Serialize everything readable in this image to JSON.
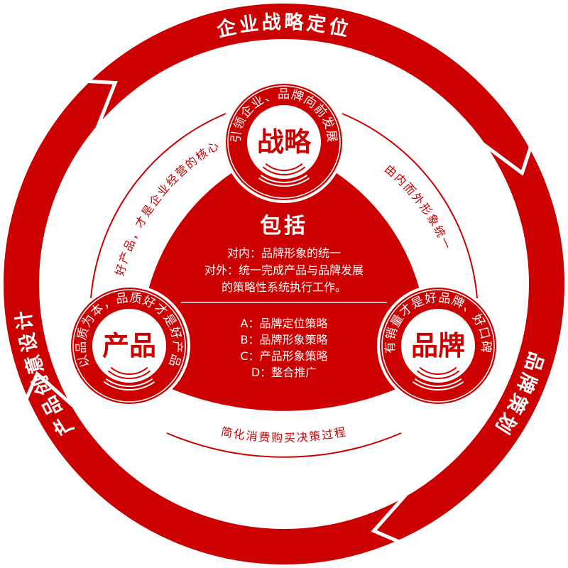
{
  "colors": {
    "accent": "#cc0000",
    "background": "#ffffff"
  },
  "outer_ring": {
    "top": "企业战略定位",
    "left": "产品创意设计",
    "right": "品牌策划"
  },
  "nodes": {
    "strategy": {
      "title": "战略",
      "ring_text": "引领企业、品牌向前发展"
    },
    "product": {
      "title": "产品",
      "ring_text": "以品质为本，品质好才是好产品"
    },
    "brand": {
      "title": "品牌",
      "ring_text": "有销量才是好品牌、好口碑"
    }
  },
  "links": {
    "strategy_product": "好产品，才是企业经营的核心",
    "strategy_brand": "由内而外形象统一",
    "product_brand": "简化消费购买决策过程"
  },
  "center": {
    "title": "包括",
    "lines": [
      "对内：品牌形象的统一",
      "对外：统一完成产品与品牌发展",
      "的策略性系统执行工作。"
    ],
    "items": [
      "A：品牌定位策略",
      "B：品牌形象策略",
      "C：产品形象策略",
      "D：整合推广"
    ]
  }
}
